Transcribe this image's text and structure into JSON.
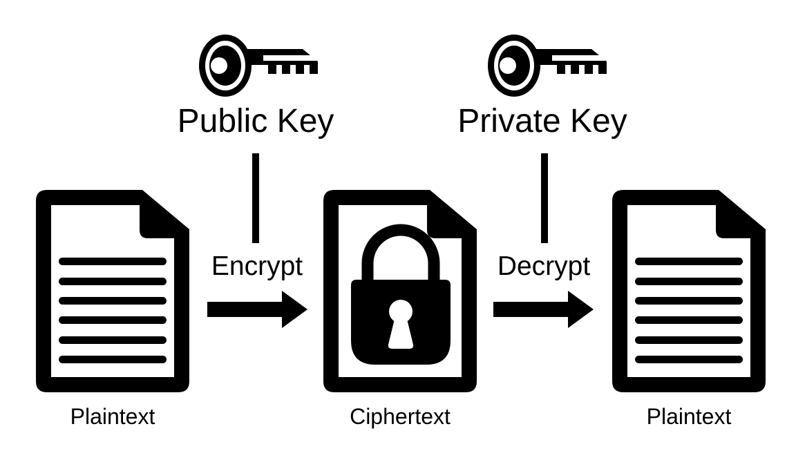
{
  "canvas": {
    "background": "#ffffff",
    "foreground": "#000000"
  },
  "keys": {
    "public": {
      "label": "Public Key",
      "icon": "key-icon"
    },
    "private": {
      "label": "Private Key",
      "icon": "key-icon"
    }
  },
  "operations": {
    "encrypt": {
      "label": "Encrypt",
      "icon": "arrow-right-icon"
    },
    "decrypt": {
      "label": "Decrypt",
      "icon": "arrow-right-icon"
    }
  },
  "documents": {
    "source": {
      "label": "Plaintext",
      "icon": "document-icon"
    },
    "encrypted": {
      "label": "Ciphertext",
      "icon": "document-lock-icon"
    },
    "result": {
      "label": "Plaintext",
      "icon": "document-icon"
    }
  }
}
